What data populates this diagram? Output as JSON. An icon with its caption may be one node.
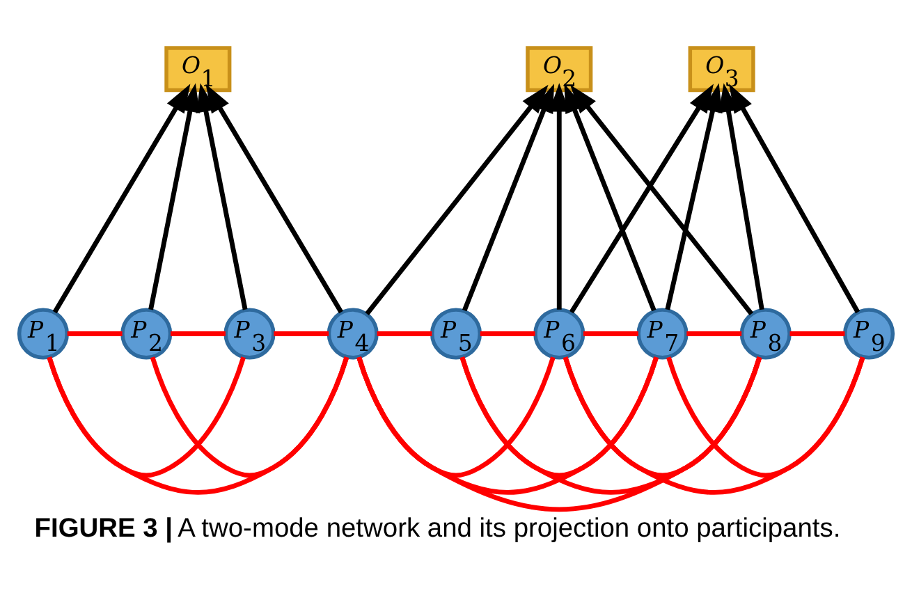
{
  "diagram": {
    "caption": "**FIGURE 3 |** A two-mode network and its projection onto participants.",
    "nodes": [
      {
        "text": [
          "O$_{1}$"
        ]
      },
      {
        "text": [
          "O$_{2}$"
        ]
      },
      {
        "text": [
          "O$_{3}$"
        ]
      },
      {
        "text": [
          "P$_{1}$"
        ]
      },
      {
        "text": [
          "P$_{2}$"
        ]
      },
      {
        "text": [
          "P$_{3}$"
        ]
      },
      {
        "text": [
          "P$_{4}$"
        ]
      },
      {
        "text": [
          "P$_{5}$"
        ]
      },
      {
        "text": [
          "P$_{6}$"
        ]
      },
      {
        "text": [
          "P$_{7}$"
        ]
      },
      {
        "text": [
          "P$_{8}$"
        ]
      },
      {
        "text": [
          "P$_{9}$"
        ]
      }
    ],
    "edges": [
      {
        "from": 3,
        "to": 0,
        "arrow": "to",
        "color": "#000000"
      },
      {
        "from": 4,
        "to": 0,
        "arrow": "to",
        "color": "#000000"
      },
      {
        "from": 5,
        "to": 0,
        "arrow": "to",
        "color": "#000000"
      },
      {
        "from": 6,
        "to": 0,
        "arrow": "to",
        "color": "#000000"
      },
      {
        "from": 6,
        "to": 1,
        "arrow": "to",
        "color": "#000000"
      },
      {
        "from": 7,
        "to": 1,
        "arrow": "to",
        "color": "#000000"
      },
      {
        "from": 8,
        "to": 1,
        "arrow": "to",
        "color": "#000000"
      },
      {
        "from": 9,
        "to": 1,
        "arrow": "to",
        "color": "#000000"
      },
      {
        "from": 10,
        "to": 1,
        "arrow": "to",
        "color": "#000000"
      },
      {
        "from": 8,
        "to": 2,
        "arrow": "to",
        "color": "#000000"
      },
      {
        "from": 9,
        "to": 2,
        "arrow": "to",
        "color": "#000000"
      },
      {
        "from": 10,
        "to": 2,
        "arrow": "to",
        "color": "#000000"
      },
      {
        "from": 11,
        "to": 2,
        "arrow": "to",
        "color": "#000000"
      },
      {
        "from": 3,
        "to": 6,
        "arrow": "none",
        "color": "#ff0000"
      },
      {
        "from": 3,
        "to": 5,
        "arrow": "none",
        "color": "#ff0000"
      },
      {
        "from": 3,
        "to": 4,
        "arrow": "none",
        "color": "#ff0000"
      },
      {
        "from": 4,
        "to": 5,
        "arrow": "none",
        "color": "#ff0000"
      },
      {
        "from": 4,
        "to": 6,
        "arrow": "none",
        "color": "#ff0000"
      },
      {
        "from": 5,
        "to": 6,
        "arrow": "none",
        "color": "#ff0000"
      },
      {
        "from": 6,
        "to": 8,
        "arrow": "none",
        "color": "#ff0000"
      },
      {
        "from": 6,
        "to": 10,
        "arrow": "none",
        "color": "#ff0000"
      },
      {
        "from": 6,
        "to": 7,
        "arrow": "none",
        "color": "#ff0000"
      },
      {
        "from": 6,
        "to": 9,
        "arrow": "none",
        "color": "#ff0000"
      },
      {
        "from": 7,
        "to": 8,
        "arrow": "none",
        "color": "#ff0000"
      },
      {
        "from": 7,
        "to": 9,
        "arrow": "none",
        "color": "#ff0000"
      },
      {
        "from": 7,
        "to": 10,
        "arrow": "none",
        "color": "#ff0000"
      },
      {
        "from": 8,
        "to": 9,
        "arrow": "none",
        "color": "#ff0000"
      },
      {
        "from": 8,
        "to": 10,
        "arrow": "none",
        "color": "#ff0000"
      },
      {
        "from": 8,
        "to": 11,
        "arrow": "none",
        "color": "#ff0000"
      },
      {
        "from": 9,
        "to": 10,
        "arrow": "none",
        "color": "#ff0000"
      },
      {
        "from": 9,
        "to": 11,
        "arrow": "none",
        "color": "#ff0000"
      },
      {
        "from": 10,
        "to": 11,
        "arrow": "none",
        "color": "#ff0000"
      }
    ]
  }
}
